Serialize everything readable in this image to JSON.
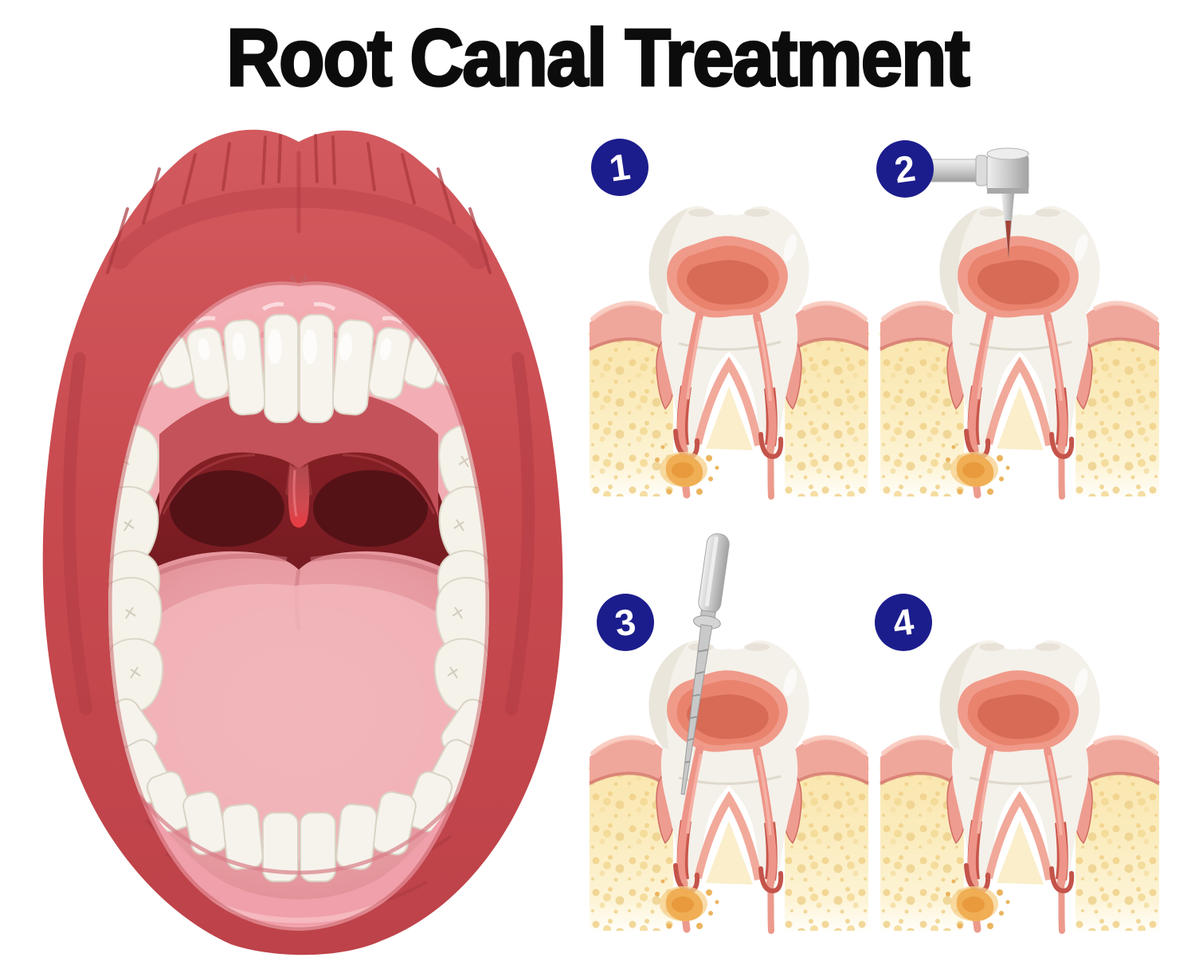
{
  "title": "Root Canal Treatment",
  "steps": [
    {
      "label": "1"
    },
    {
      "label": "2"
    },
    {
      "label": "3"
    },
    {
      "label": "4"
    }
  ],
  "colors": {
    "badge_blue": "#1c1d8c",
    "badge_text": "#ffffff",
    "title_text": "#0c0c0c",
    "lip_red": "#c84a4f",
    "cavity_dark_red": "#6b181d",
    "gum_pink": "#f3adb4",
    "tongue_pink": "#e79aa1",
    "uvula_red": "#e23640",
    "tooth_white": "#f4f1ea",
    "pulp_salmon": "#ee9488",
    "pulp_dark": "#d76b55",
    "bone_yellow": "#fbe9b2",
    "bone_speckle": "#f0d189",
    "abscess_orange": "#efac50",
    "tool_metal_gray": "#c9c9c9"
  }
}
